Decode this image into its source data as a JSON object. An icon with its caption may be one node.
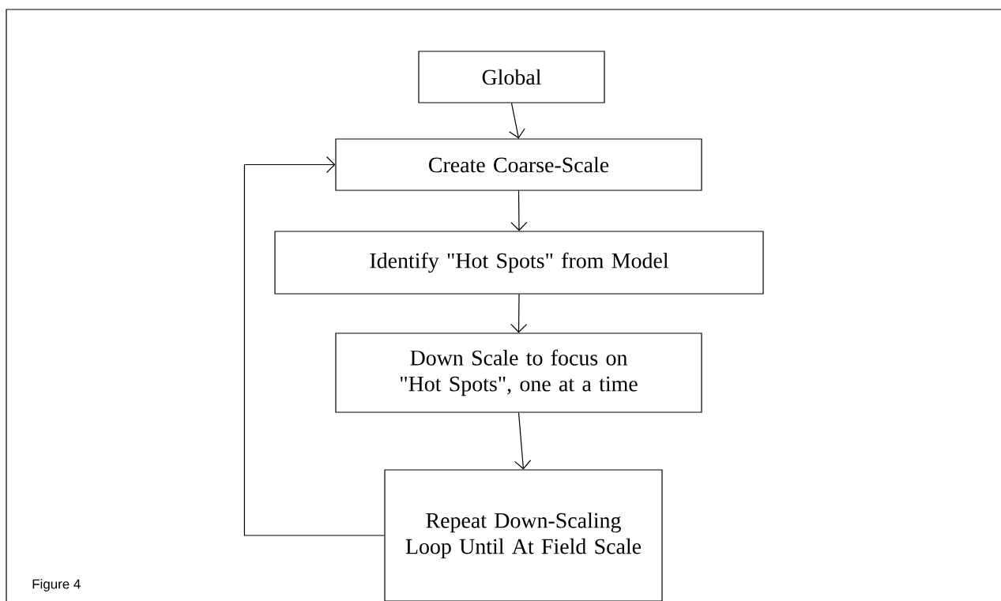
{
  "diagram": {
    "caption": "Figure 4",
    "nodes": [
      {
        "text": [
          "Global"
        ]
      },
      {
        "text": [
          "Create Coarse-Scale"
        ]
      },
      {
        "text": [
          "Identify \"Hot Spots\" from Model"
        ]
      },
      {
        "text": [
          "Down Scale to focus on \"Hot Spots\", one at a time"
        ]
      },
      {
        "text": [
          "Repeat Down-Scaling Loop Until At Field Scale"
        ]
      }
    ],
    "edges": [
      {
        "from": 0,
        "to": 1,
        "arrow": "to"
      },
      {
        "from": 1,
        "to": 2,
        "arrow": "to"
      },
      {
        "from": 2,
        "to": 3,
        "arrow": "to"
      },
      {
        "from": 3,
        "to": 4,
        "arrow": "to"
      },
      {
        "from": 4,
        "to": 1,
        "arrow": "to"
      }
    ]
  }
}
